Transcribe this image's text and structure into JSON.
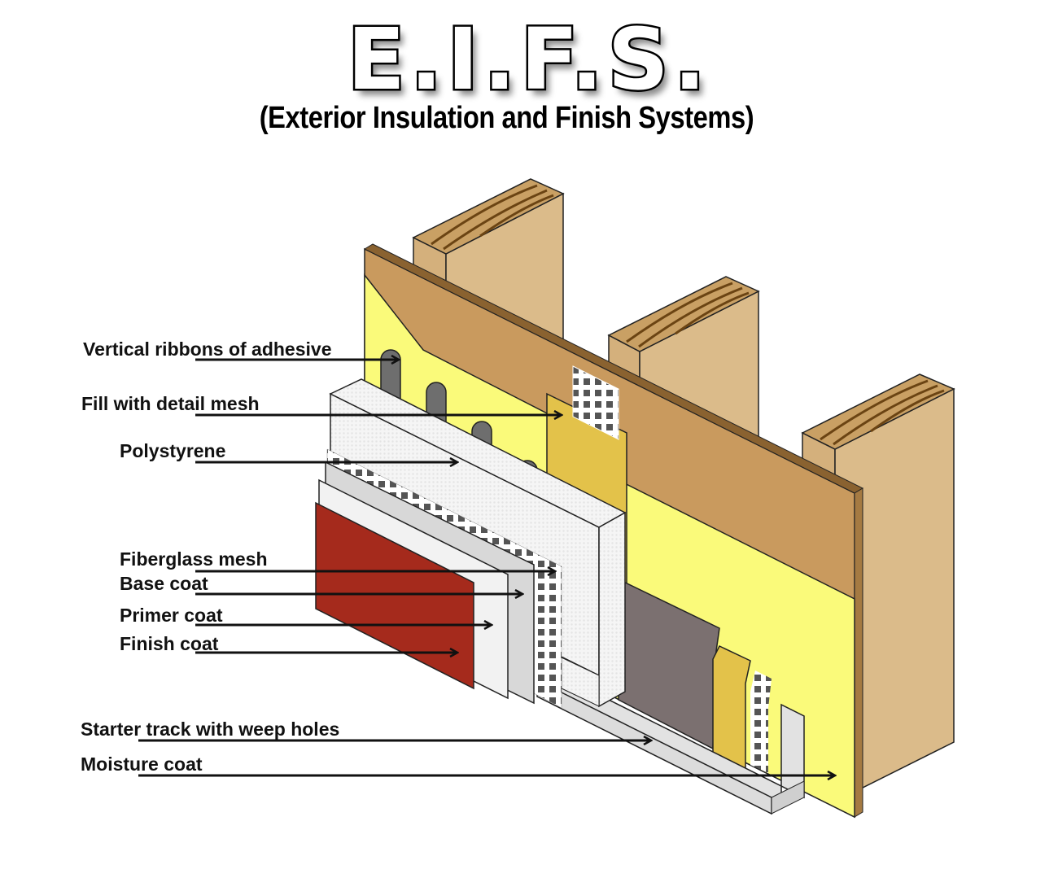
{
  "title": "E.I.F.S.",
  "subtitle": "(Exterior Insulation and Finish Systems)",
  "labels": [
    {
      "id": "vertical-ribbons",
      "text": "Vertical ribbons of adhesive"
    },
    {
      "id": "detail-mesh",
      "text": "Fill with detail mesh"
    },
    {
      "id": "polystyrene",
      "text": "Polystyrene"
    },
    {
      "id": "fiberglass-mesh",
      "text": "Fiberglass mesh"
    },
    {
      "id": "base-coat",
      "text": "Base coat"
    },
    {
      "id": "primer-coat",
      "text": "Primer coat"
    },
    {
      "id": "finish-coat",
      "text": "Finish coat"
    },
    {
      "id": "starter-track",
      "text": "Starter track with weep holes"
    },
    {
      "id": "moisture-coat",
      "text": "Moisture coat"
    }
  ],
  "colors": {
    "stud_face": "#d9b887",
    "stud_end": "#c9a064",
    "sheathing": "#c99a5e",
    "moisture_coat": "#fafa7a",
    "adhesive_ribbon": "#6e6e6e",
    "detail_mesh_panel": "#e3c24a",
    "polystyrene": "#f4f4f4",
    "base_coat": "#d8d8d8",
    "primer_coat": "#f2f2f2",
    "finish_coat": "#a52a1c",
    "starter_track": "#dcdcdc",
    "inner_board": "#7b7070"
  }
}
